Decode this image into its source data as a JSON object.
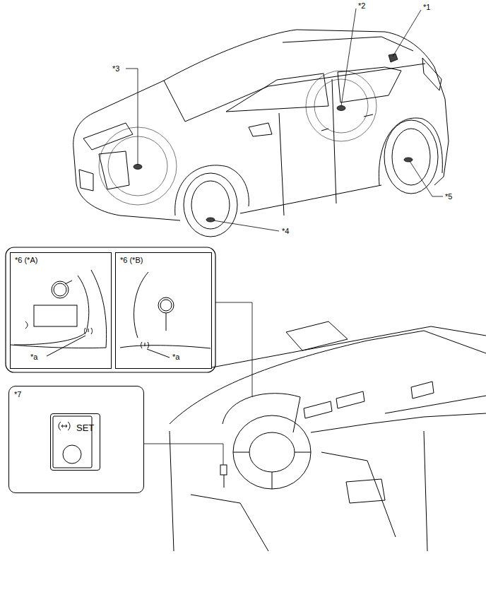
{
  "diagram": {
    "nodes": [
      {
        "text": [
          "*6 (*A)",
          "*a"
        ]
      },
      {
        "text": [
          "*6 (*B)",
          "*a"
        ]
      },
      {
        "text": [
          "*7"
        ]
      },
      {
        "text": [
          "SET"
        ],
        "in": 2
      }
    ],
    "labels": [
      "*1",
      "*2",
      "*3",
      "*4",
      "*5"
    ]
  }
}
